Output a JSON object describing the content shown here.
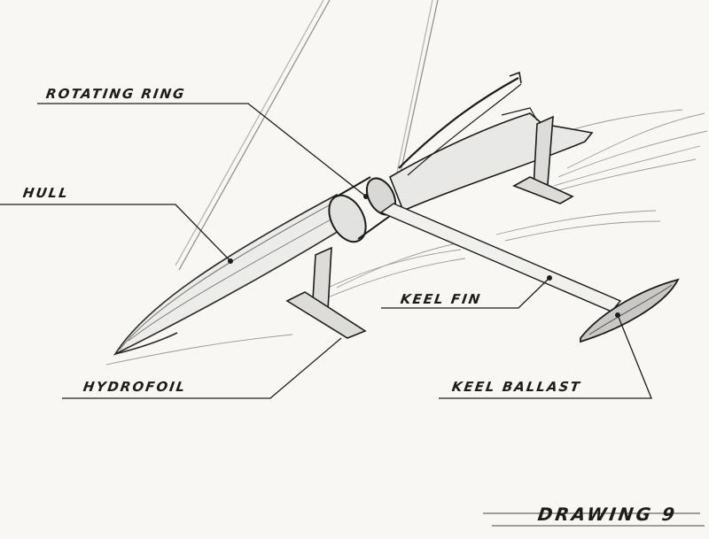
{
  "labels": {
    "rotating_ring": "ROTATING RING",
    "hull": "HULL",
    "hydrofoil": "HYDROFOIL",
    "keel_fin": "KEEL FIN",
    "keel_ballast": "KEEL BALLAST"
  },
  "footer": {
    "drawing": "DRAWING 9"
  },
  "colors": {
    "paper": "#f8f7f4",
    "ink": "#1c1c1c",
    "pencil": "#6e6e6e"
  }
}
